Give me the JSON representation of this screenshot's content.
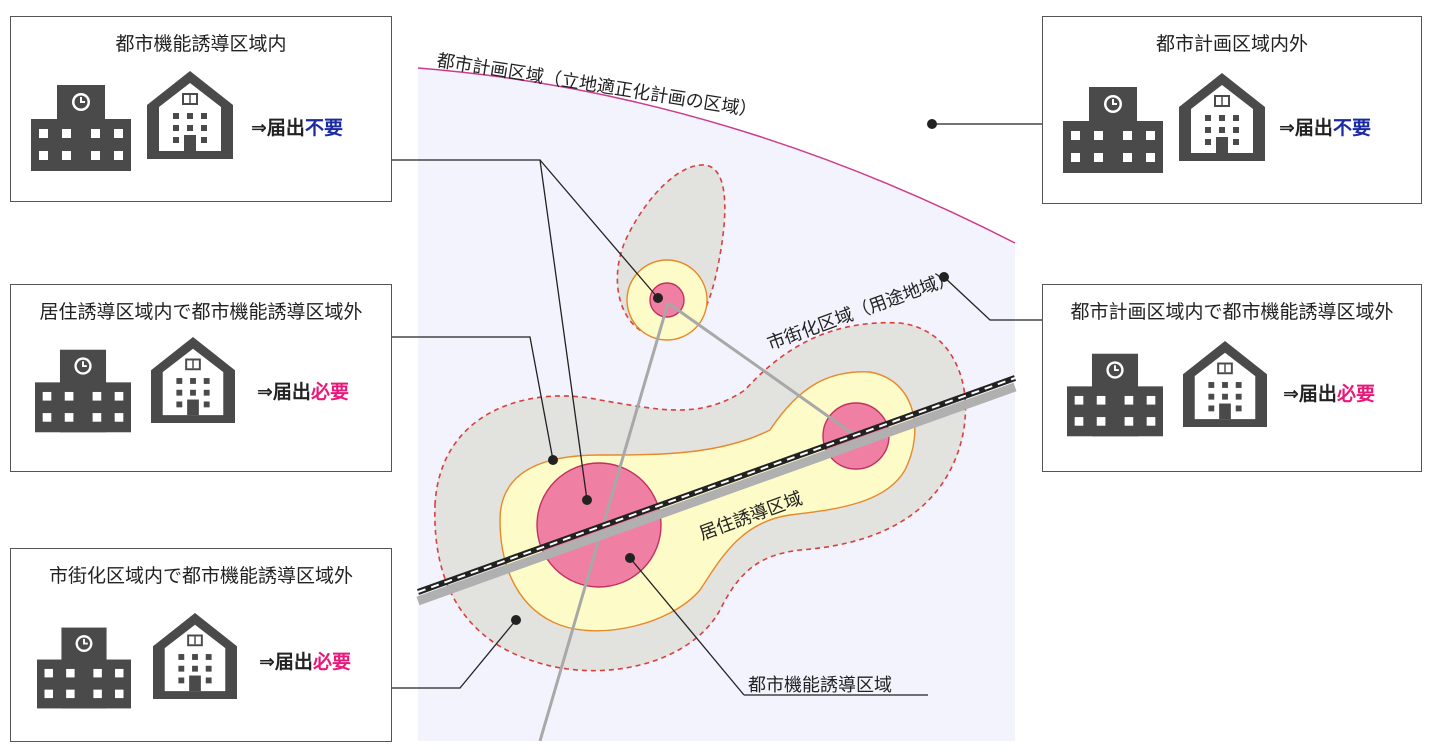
{
  "colors": {
    "city_area_fill": "#f3f3fd",
    "city_area_border": "#cc3c8a",
    "urbanization_fill": "#e2e2df",
    "urbanization_border": "#d8403e",
    "residential_fill": "#fdfcc8",
    "residential_border": "#e8882a",
    "function_fill": "#f07fa4",
    "function_border": "#c23060",
    "railway": "#222222",
    "road": "#a0a0a0",
    "status_not_required": "#1a2aa0",
    "status_required": "#e8197a",
    "icon": "#4a4a4a"
  },
  "map": {
    "city_planning_area_label": "都市計画区域（立地適正化計画の区域）",
    "urbanization_area_label": "市街化区域（用途地域）",
    "residential_area_label": "居住誘導区域",
    "urban_function_area_label": "都市機能誘導区域"
  },
  "boxes": [
    {
      "title": "都市機能誘導区域内",
      "arrow": "⇒",
      "prefix": "届出",
      "status": "不要",
      "status_kind": "not_required"
    },
    {
      "title": "都市計画区域内外",
      "arrow": "⇒",
      "prefix": "届出",
      "status": "不要",
      "status_kind": "not_required"
    },
    {
      "title": "居住誘導区域内で都市機能誘導区域外",
      "arrow": "⇒",
      "prefix": "届出",
      "status": "必要",
      "status_kind": "required"
    },
    {
      "title": "都市計画区域内で都市機能誘導区域外",
      "arrow": "⇒",
      "prefix": "届出",
      "status": "必要",
      "status_kind": "required"
    },
    {
      "title": "市街化区域内で都市機能誘導区域外",
      "arrow": "⇒",
      "prefix": "届出",
      "status": "必要",
      "status_kind": "required"
    }
  ],
  "icons": {
    "facility": "clock-building-icon",
    "housing": "apartment-building-icon"
  }
}
